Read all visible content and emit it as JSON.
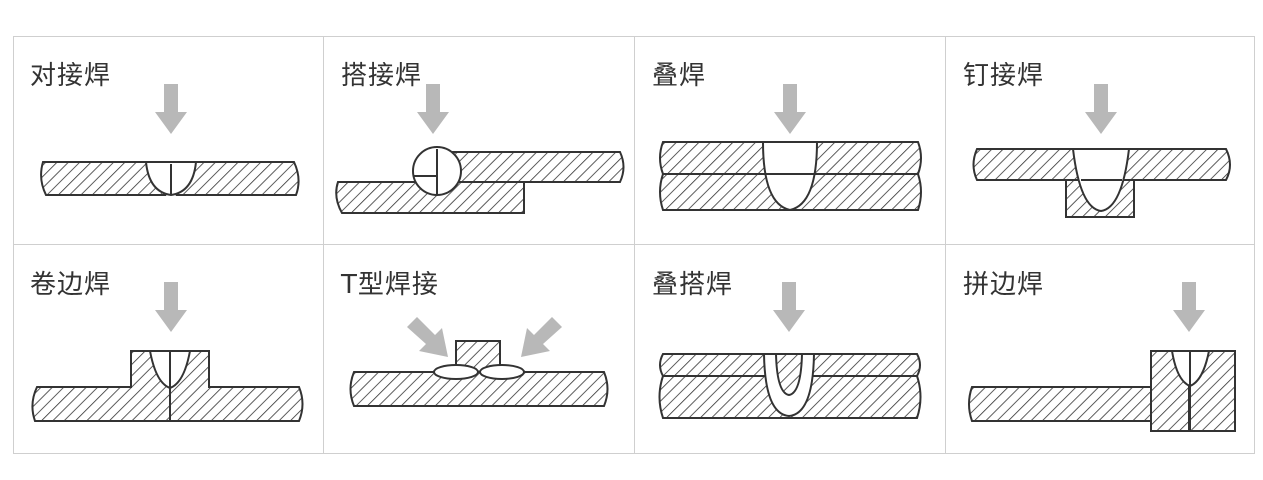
{
  "colors": {
    "arrow": "#b8b8b8",
    "stroke": "#333333",
    "border": "#cfcfcf",
    "text": "#333333"
  },
  "diagram": {
    "panels": [
      {
        "id": "butt-weld",
        "label": "对接焊",
        "icon": "down-arrow"
      },
      {
        "id": "lap-weld",
        "label": "搭接焊",
        "icon": "down-arrow"
      },
      {
        "id": "stack-weld",
        "label": "叠焊",
        "icon": "down-arrow"
      },
      {
        "id": "nail-weld",
        "label": "钉接焊",
        "icon": "down-arrow"
      },
      {
        "id": "flange-weld",
        "label": "卷边焊",
        "icon": "down-arrow"
      },
      {
        "id": "t-weld",
        "label": "T型焊接",
        "icon": "diagonal-arrows"
      },
      {
        "id": "stack-lap-weld",
        "label": "叠搭焊",
        "icon": "down-arrow"
      },
      {
        "id": "edge-weld",
        "label": "拼边焊",
        "icon": "down-arrow"
      }
    ]
  }
}
